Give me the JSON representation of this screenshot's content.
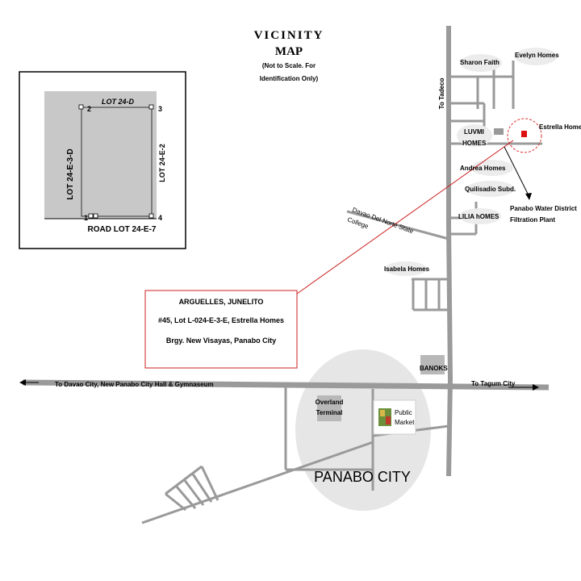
{
  "title": {
    "line1": "VICINITY",
    "line2": "MAP",
    "note1": "(Not to Scale. For",
    "note2": "Identification Only)"
  },
  "inset": {
    "lot_top": "LOT 24-D",
    "lot_left": "LOT 24-E-3-D",
    "lot_right": "LOT 24-E-2",
    "road_lot": "ROAD LOT 24-E-7",
    "corner_1": "1",
    "corner_2": "2",
    "corner_3": "3",
    "corner_4": "4"
  },
  "owner": {
    "name": "ARGUELLES, JUNELITO",
    "address1": "#45, Lot L-024-E-3-E,  Estrella Homes",
    "address2": "Brgy. New Visayas, Panabo City"
  },
  "places": {
    "sharon": "Sharon Faith",
    "evelyn": "Evelyn Homes",
    "to_tadeco": "To Tadeco",
    "luvmi1": "LUVMI",
    "luvmi2": "HOMES",
    "estrella": "Estrella Homes",
    "andrea": "Andrea Homes",
    "quilisadio": "Quilisadio Subd.",
    "lilia": "LILIA hOMES",
    "water1": "Panabo Water District",
    "water2": "Filtration Plant",
    "college1": "Davao Del Norte State",
    "college2": "College",
    "isabela": "Isabela Homes",
    "banoks": "BANOKS",
    "to_davao": "To Davao City, New Panabo City Hall & Gymnaseum",
    "to_tagum": "To Tagum City",
    "overland1": "Overland",
    "overland2": "Terminal",
    "market1": "Public",
    "market2": "Market",
    "city": "PANABO CITY"
  },
  "colors": {
    "road": "#9a9a9a",
    "lot_fill": "#c8c8c8",
    "city_circle": "#e6e6e6",
    "pointer_line": "#cc2222",
    "marker": "#dd1111"
  }
}
